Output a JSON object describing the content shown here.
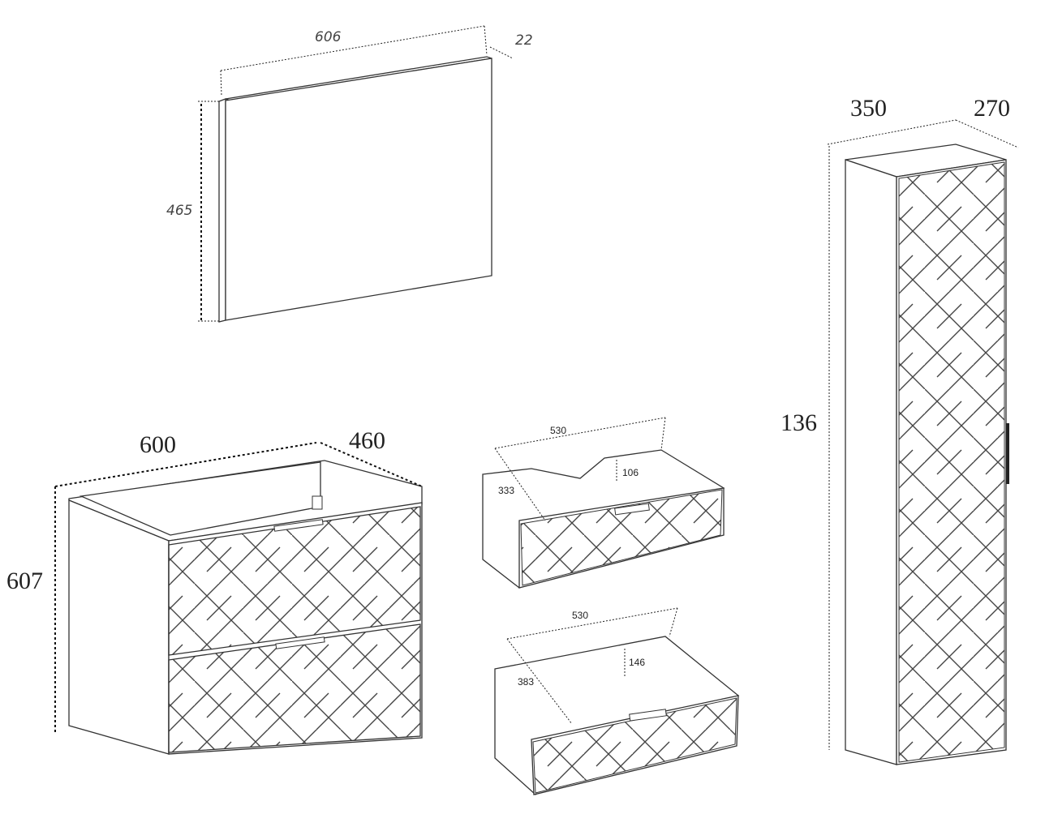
{
  "mirror": {
    "width": "606",
    "depth": "22",
    "height": "465"
  },
  "vanity": {
    "width": "600",
    "depth": "460",
    "height": "607"
  },
  "drawer_top": {
    "width": "530",
    "depth": "333",
    "height": "106"
  },
  "drawer_bottom": {
    "width": "530",
    "depth": "383",
    "height": "146"
  },
  "tall_cabinet": {
    "width": "350",
    "depth": "270",
    "height": "136"
  },
  "colors": {
    "line": "#333333",
    "background": "#ffffff"
  }
}
